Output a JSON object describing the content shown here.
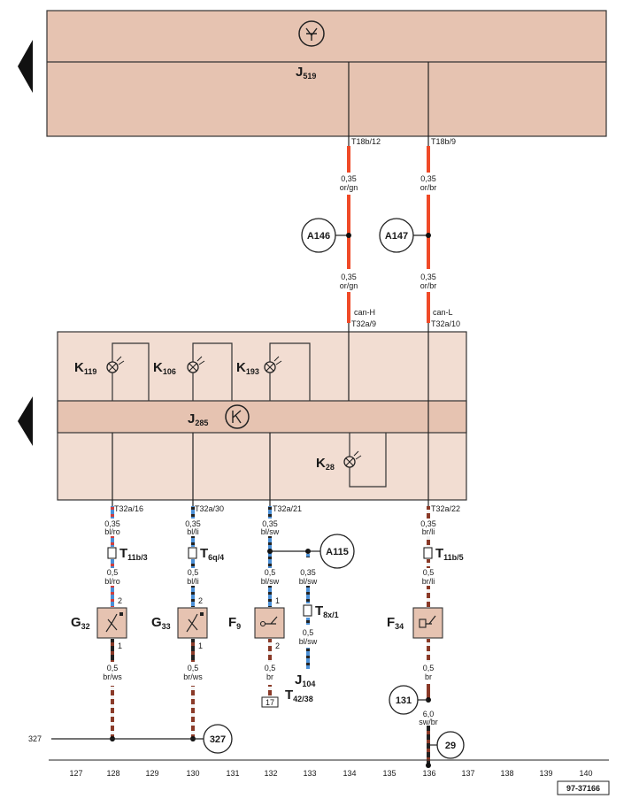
{
  "units": {
    "j519": {
      "name": "J",
      "sub": "519"
    },
    "j285": {
      "name": "J",
      "sub": "285"
    },
    "k119": {
      "name": "K",
      "sub": "119"
    },
    "k106": {
      "name": "K",
      "sub": "106"
    },
    "k193": {
      "name": "K",
      "sub": "193"
    },
    "k28": {
      "name": "K",
      "sub": "28"
    },
    "g32": {
      "name": "G",
      "sub": "32"
    },
    "g33": {
      "name": "G",
      "sub": "33"
    },
    "f9": {
      "name": "F",
      "sub": "9"
    },
    "f34": {
      "name": "F",
      "sub": "34"
    },
    "j104": {
      "name": "J",
      "sub": "104"
    },
    "t42": {
      "name": "T",
      "sub": "42/38"
    }
  },
  "connectors": {
    "t18b12": "T18b/12",
    "t18b9": "T18b/9",
    "t32a9": "T32a/9",
    "t32a10": "T32a/10",
    "canh": "can-H",
    "canl": "can-L",
    "t32a16": "T32a/16",
    "t32a30": "T32a/30",
    "t32a21": "T32a/21",
    "t32a22": "T32a/22",
    "t11b3": {
      "name": "T",
      "sub": "11b/3"
    },
    "t6q4": {
      "name": "T",
      "sub": "6q/4"
    },
    "t8x1": {
      "name": "T",
      "sub": "8x/1"
    },
    "t11b5": {
      "name": "T",
      "sub": "11b/5"
    }
  },
  "wires": {
    "w134a": [
      "0,35",
      "or/gn"
    ],
    "w136a": [
      "0,35",
      "or/br"
    ],
    "w134b": [
      "0,35",
      "or/gn"
    ],
    "w136b": [
      "0,35",
      "or/br"
    ],
    "w128a": [
      "0,35",
      "bl/ro"
    ],
    "w128b": [
      "0,5",
      "bl/ro"
    ],
    "w128c": [
      "0,5",
      "br/ws"
    ],
    "w130a": [
      "0,35",
      "bl/li"
    ],
    "w130b": [
      "0,5",
      "bl/li"
    ],
    "w130c": [
      "0,5",
      "br/ws"
    ],
    "w132a": [
      "0,35",
      "bl/sw"
    ],
    "w132b": [
      "0,5",
      "bl/sw"
    ],
    "w132c": [
      "0,5",
      "br"
    ],
    "w133a": [
      "0,35",
      "bl/sw"
    ],
    "w133b": [
      "0,5",
      "bl/sw"
    ],
    "w136c": [
      "0,35",
      "br/li"
    ],
    "w136d": [
      "0,5",
      "br/li"
    ],
    "w136e": [
      "0,5",
      "br"
    ],
    "w136f": [
      "6,0",
      "sw/br"
    ]
  },
  "pins": {
    "p1": "1",
    "p2": "2"
  },
  "refs": {
    "a146": "A146",
    "a147": "A147",
    "a115": "A115",
    "r327": "327",
    "r131": "131",
    "r29": "29",
    "b17": "17",
    "left327": "327"
  },
  "tracks": [
    "127",
    "128",
    "129",
    "130",
    "131",
    "132",
    "133",
    "134",
    "135",
    "136",
    "137",
    "138",
    "139",
    "140"
  ],
  "diagram_id": "97-37166",
  "colors": {
    "unit_fill": "#e6c3b1",
    "panel_fill": "#f2ddd2",
    "can_wire": "#f04a28",
    "blue_wire": "#4a8fd6",
    "brown_wire": "#8a3a28"
  }
}
